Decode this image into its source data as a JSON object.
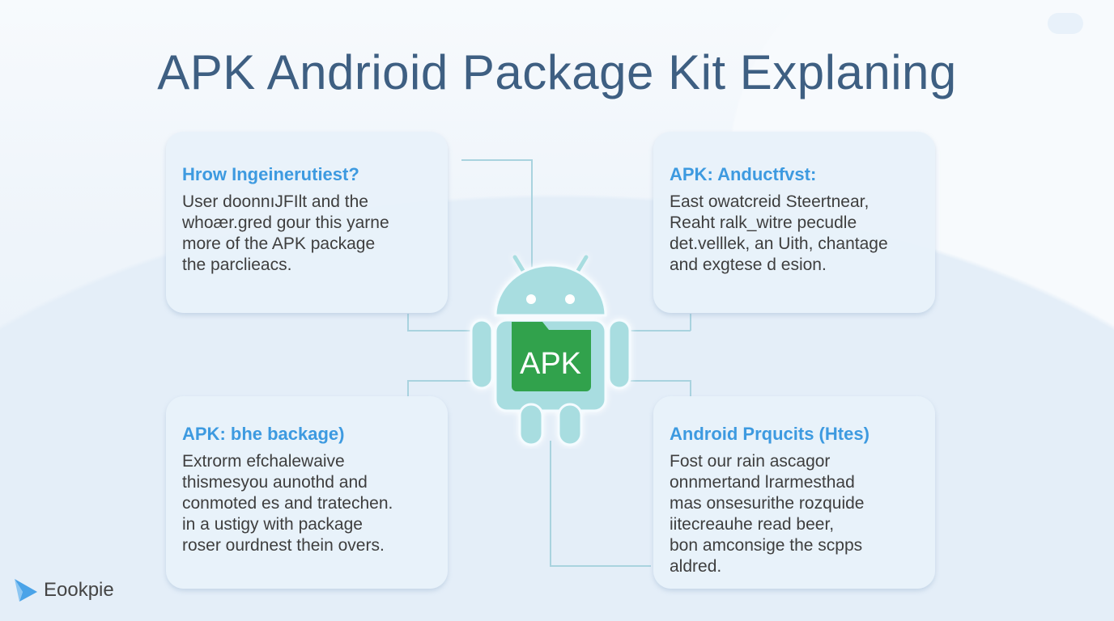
{
  "title": "APK Andrioid Package Kit Explaning",
  "cards": [
    {
      "heading": "Hrow Ingeinerutiest?",
      "lines": [
        "User doonnıJFIlt and the",
        "whoær.gred gour this yarne",
        "more of the APK package",
        "the parclieacs."
      ]
    },
    {
      "heading": "APK: Anductfvst:",
      "lines": [
        "East owatcreid Steertnear,",
        "Reaht ralk_witre pecudle",
        "det.velllek, an Uith, chantage",
        "and exgtese d esion."
      ]
    },
    {
      "heading": "APK: bhe backage)",
      "lines": [
        "Extrorm efchalewaive",
        "thismesyou aunothd and",
        "conmoted es and tratechen.",
        "in a ustigy with package",
        "roser ourdnest thein overs."
      ]
    },
    {
      "heading": "Android Prqucits (Htes)",
      "lines": [
        "Fost our rain ascagor",
        "onnmertand lrarmesthad",
        "mas onsesurithe rozquide",
        "iitecreauhe read beer,",
        "bon amconsige the scpps",
        "aldred."
      ]
    }
  ],
  "center_icon": {
    "label": "APK",
    "name": "android-robot-icon",
    "body_color": "#a8dde0",
    "badge_color": "#31a24c"
  },
  "logo": {
    "text": "Eookpie",
    "color": "#4aa3e8"
  }
}
